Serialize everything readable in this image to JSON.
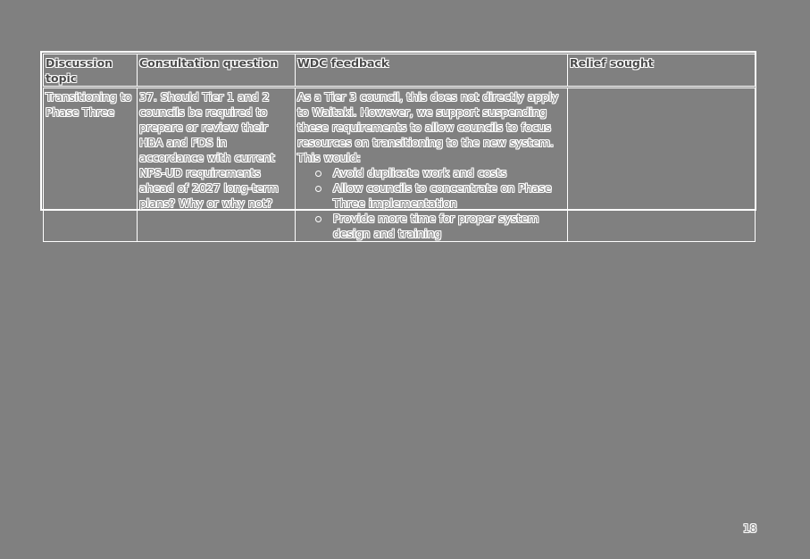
{
  "table": {
    "headers": [
      "Discussion topic",
      "Consultation question",
      "WDC feedback",
      "Relief sought"
    ],
    "rows": [
      {
        "discussion_topic": "Transitioning to Phase Three",
        "consultation_question": "37. Should Tier 1 and 2 councils be required to prepare or review their HBA and FDS in accordance with current NPS-UD requirements ahead of 2027 long-term plans? Why or why not?",
        "wdc_feedback": {
          "intro": "As a Tier 3 council, this does not directly apply to Waitaki. However, we support suspending these requirements to allow councils to focus resources on transitioning to the new system.  This would:",
          "bullets": [
            "Avoid duplicate work and costs",
            "Allow councils to concentrate on Phase Three implementation",
            "Provide more time for proper system design and training"
          ]
        },
        "relief_sought": ""
      }
    ]
  },
  "footer": {
    "page_number": "18"
  },
  "icons": {
    "bullet": "bullet-dot-icon"
  },
  "colors": {
    "background": "#808080",
    "stroke": "#ffffff"
  }
}
